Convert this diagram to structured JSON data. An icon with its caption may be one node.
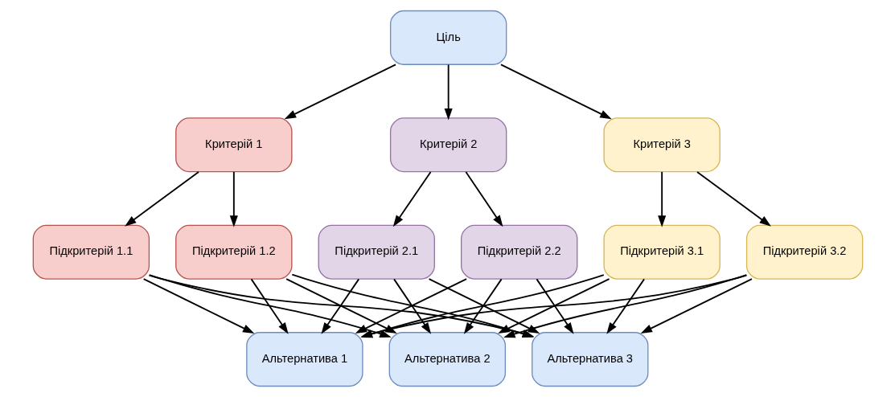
{
  "diagram": {
    "nodes": [
      {
        "text": [
          "Ціль"
        ]
      },
      {
        "text": [
          "Критерій 1"
        ]
      },
      {
        "text": [
          "Критерій 2"
        ]
      },
      {
        "text": [
          "Критерій 3"
        ]
      },
      {
        "text": [
          "Підкритерій 1.1"
        ]
      },
      {
        "text": [
          "Підкритерій 1.2"
        ]
      },
      {
        "text": [
          "Підкритерій 2.1"
        ]
      },
      {
        "text": [
          "Підкритерій 2.2"
        ]
      },
      {
        "text": [
          "Підкритерій 3.1"
        ]
      },
      {
        "text": [
          "Підкритерій 3.2"
        ]
      },
      {
        "text": [
          "Альтернатива 1"
        ]
      },
      {
        "text": [
          "Альтернатива 2"
        ]
      },
      {
        "text": [
          "Альтернатива 3"
        ]
      }
    ],
    "edges": [
      {
        "from": 0,
        "to": 1,
        "arrow": "to"
      },
      {
        "from": 0,
        "to": 2,
        "arrow": "to"
      },
      {
        "from": 0,
        "to": 3,
        "arrow": "to"
      },
      {
        "from": 1,
        "to": 4,
        "arrow": "to"
      },
      {
        "from": 1,
        "to": 5,
        "arrow": "to"
      },
      {
        "from": 2,
        "to": 6,
        "arrow": "to"
      },
      {
        "from": 2,
        "to": 7,
        "arrow": "to"
      },
      {
        "from": 3,
        "to": 8,
        "arrow": "to"
      },
      {
        "from": 3,
        "to": 9,
        "arrow": "to"
      },
      {
        "from": 4,
        "to": 10,
        "arrow": "to"
      },
      {
        "from": 4,
        "to": 11,
        "arrow": "to"
      },
      {
        "from": 4,
        "to": 12,
        "arrow": "to"
      },
      {
        "from": 5,
        "to": 10,
        "arrow": "to"
      },
      {
        "from": 5,
        "to": 11,
        "arrow": "to"
      },
      {
        "from": 5,
        "to": 12,
        "arrow": "to"
      },
      {
        "from": 6,
        "to": 10,
        "arrow": "to"
      },
      {
        "from": 6,
        "to": 11,
        "arrow": "to"
      },
      {
        "from": 6,
        "to": 12,
        "arrow": "to"
      },
      {
        "from": 7,
        "to": 10,
        "arrow": "to"
      },
      {
        "from": 7,
        "to": 11,
        "arrow": "to"
      },
      {
        "from": 7,
        "to": 12,
        "arrow": "to"
      },
      {
        "from": 8,
        "to": 10,
        "arrow": "to"
      },
      {
        "from": 8,
        "to": 11,
        "arrow": "to"
      },
      {
        "from": 8,
        "to": 12,
        "arrow": "to"
      },
      {
        "from": 9,
        "to": 10,
        "arrow": "to"
      },
      {
        "from": 9,
        "to": 11,
        "arrow": "to"
      },
      {
        "from": 9,
        "to": 12,
        "arrow": "to"
      }
    ]
  }
}
